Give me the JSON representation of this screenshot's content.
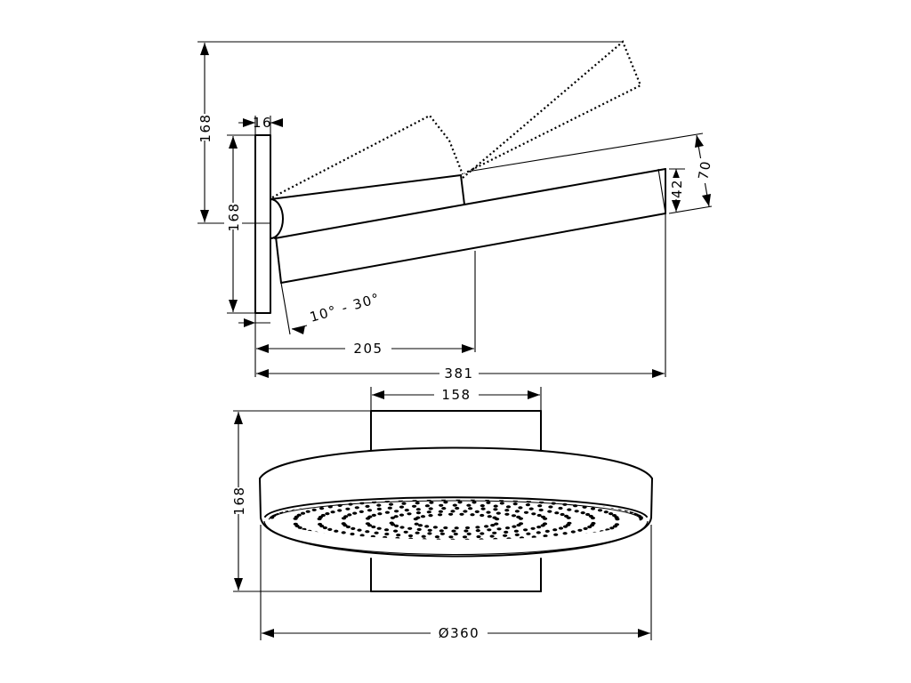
{
  "side_view": {
    "dim_height_total": "168",
    "dim_plate_thickness": "16",
    "dim_plate_height": "168",
    "dim_arm_offset": "205",
    "dim_total_length": "381",
    "dim_head_front": "42",
    "dim_head_side": "70",
    "dim_tilt": "10° - 30°"
  },
  "front_view": {
    "dim_mount_width": "158",
    "dim_height": "168",
    "dim_diameter": "Ø360"
  }
}
